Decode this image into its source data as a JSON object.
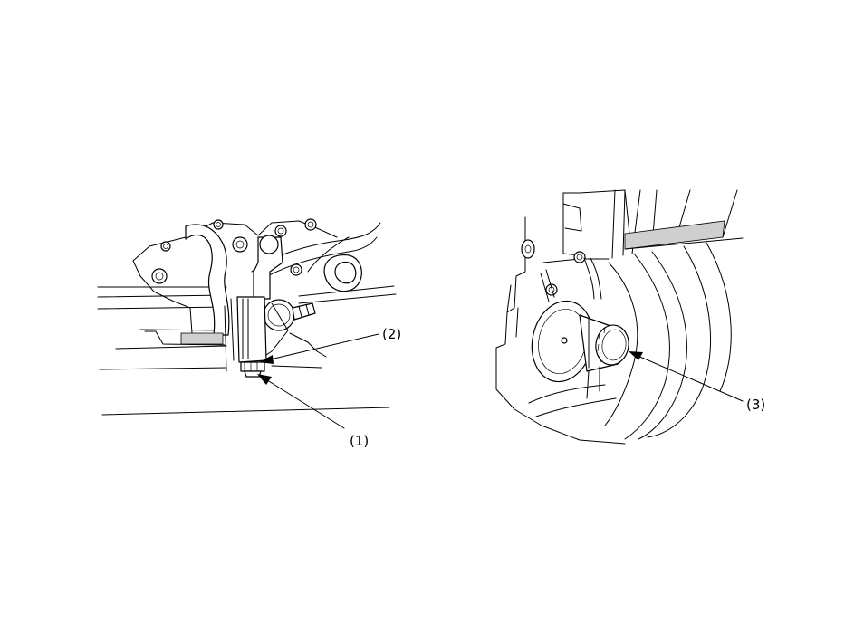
{
  "callouts": [
    {
      "id": "1",
      "label": "(1)"
    },
    {
      "id": "2",
      "label": "(2)"
    },
    {
      "id": "3",
      "label": "(3)"
    }
  ],
  "icons": {
    "left_view": "oil-drain-bolt-engine-illustration",
    "right_view": "oil-filter-engine-illustration"
  }
}
